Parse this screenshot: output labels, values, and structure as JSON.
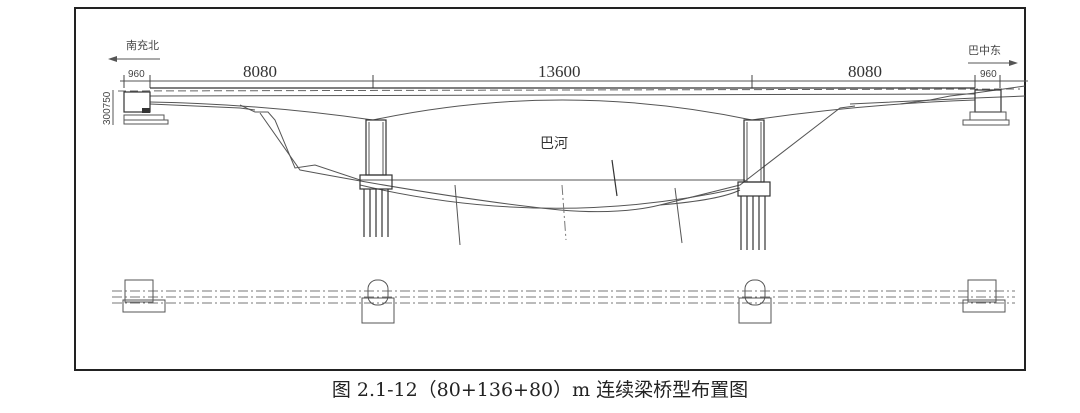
{
  "drawing": {
    "direction_left": "南充北",
    "direction_right": "巴中东",
    "dimensions": {
      "left_abutment": "960",
      "side_span_left": "8080",
      "main_span": "13600",
      "side_span_right": "8080",
      "right_abutment": "960",
      "girder_height": "300750"
    },
    "river_label": "巴河"
  },
  "caption": "图 2.1-12（80+136+80）m 连续梁桥型布置图"
}
